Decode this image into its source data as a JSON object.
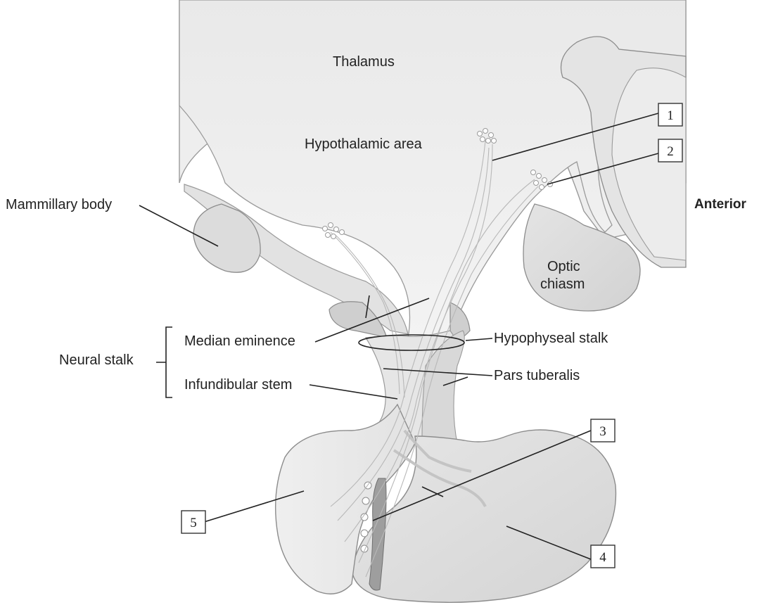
{
  "labels": {
    "thalamus": "Thalamus",
    "hypothalamic_area": "Hypothalamic area",
    "mammillary_body": "Mammillary body",
    "optic_chiasm_line1": "Optic",
    "optic_chiasm_line2": "chiasm",
    "anterior": "Anterior",
    "neural_stalk": "Neural stalk",
    "median_eminence": "Median eminence",
    "infundibular_stem": "Infundibular stem",
    "hypophyseal_stalk": "Hypophyseal stalk",
    "pars_tuberalis": "Pars tuberalis"
  },
  "callouts": [
    "1",
    "2",
    "3",
    "4",
    "5"
  ],
  "colors": {
    "tissue_light": "#ececec",
    "tissue_mid": "#d9d9d9",
    "tissue_dark": "#bdbdbd",
    "outline": "#8c8c8c",
    "text": "#222222"
  }
}
